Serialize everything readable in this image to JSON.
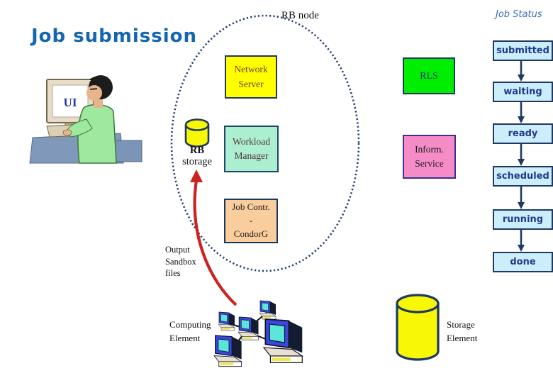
{
  "colors": {
    "title_blue": "#1565B0",
    "navy_border": "#1F3864",
    "status_fill": "#CBEEFA",
    "status_text": "#1F3B8C",
    "network_server_yellow": "#FFFF00",
    "rls_green": "#00EE00",
    "workload_mint": "#ABEFD0",
    "job_contr_peach": "#FACE9C",
    "inform_pink": "#F58CC8",
    "red_arrow": "#CC2222",
    "storage_yellow": "#F8F804"
  },
  "header": {
    "title": "Job submission",
    "rb_node_label": "RB node",
    "job_status_label": "Job Status"
  },
  "rb_node": {
    "network_server": "Network Server",
    "workload_manager": "Workload Manager",
    "job_control_lines": [
      "Job Contr.",
      "-",
      "CondorG"
    ],
    "storage_label_lines": [
      "RB",
      "storage"
    ]
  },
  "services": {
    "rls": "RLS",
    "inform_service_lines": [
      "Inform.",
      "Service"
    ]
  },
  "job_status_flow": [
    "submitted",
    "waiting",
    "ready",
    "scheduled",
    "running",
    "done"
  ],
  "annotations": {
    "output_sandbox_lines": [
      "Output",
      "Sandbox",
      "files"
    ]
  },
  "grid_elements": {
    "ui_label": "UI",
    "computing_element_lines": [
      "Computing",
      "Element"
    ],
    "storage_element_lines": [
      "Storage",
      "Element"
    ]
  }
}
